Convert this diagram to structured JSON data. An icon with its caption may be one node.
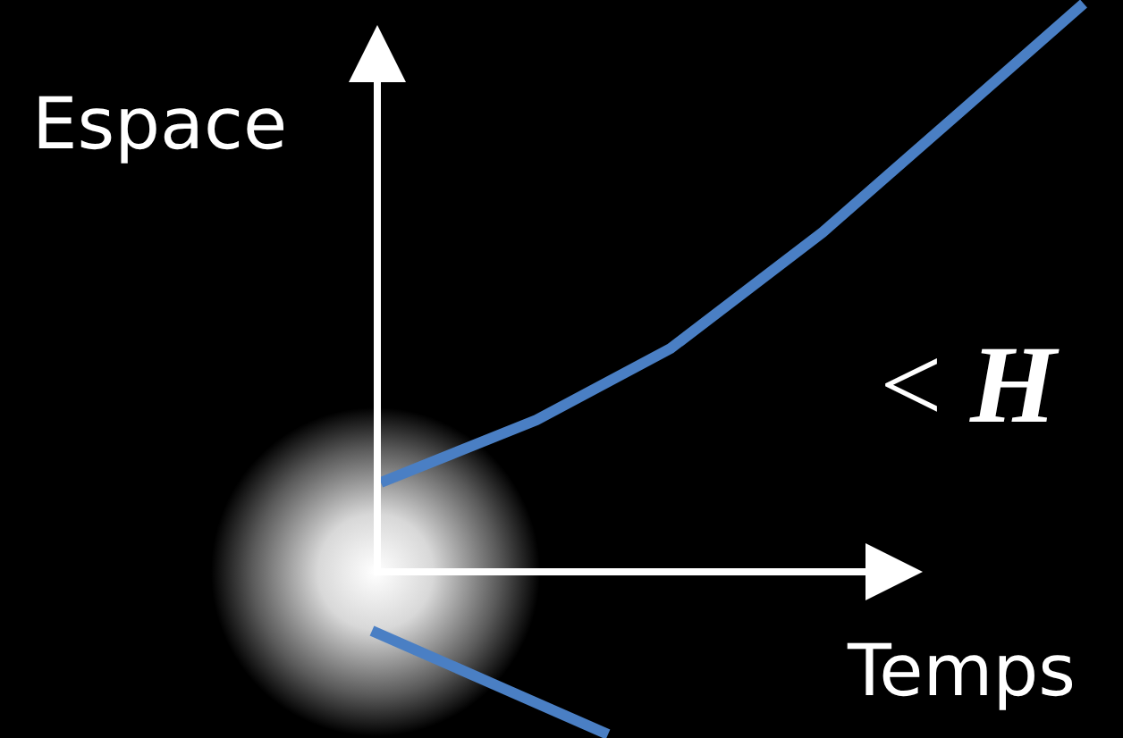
{
  "diagram": {
    "labels": [
      "Espace",
      "< *H*",
      "Temps"
    ]
  }
}
